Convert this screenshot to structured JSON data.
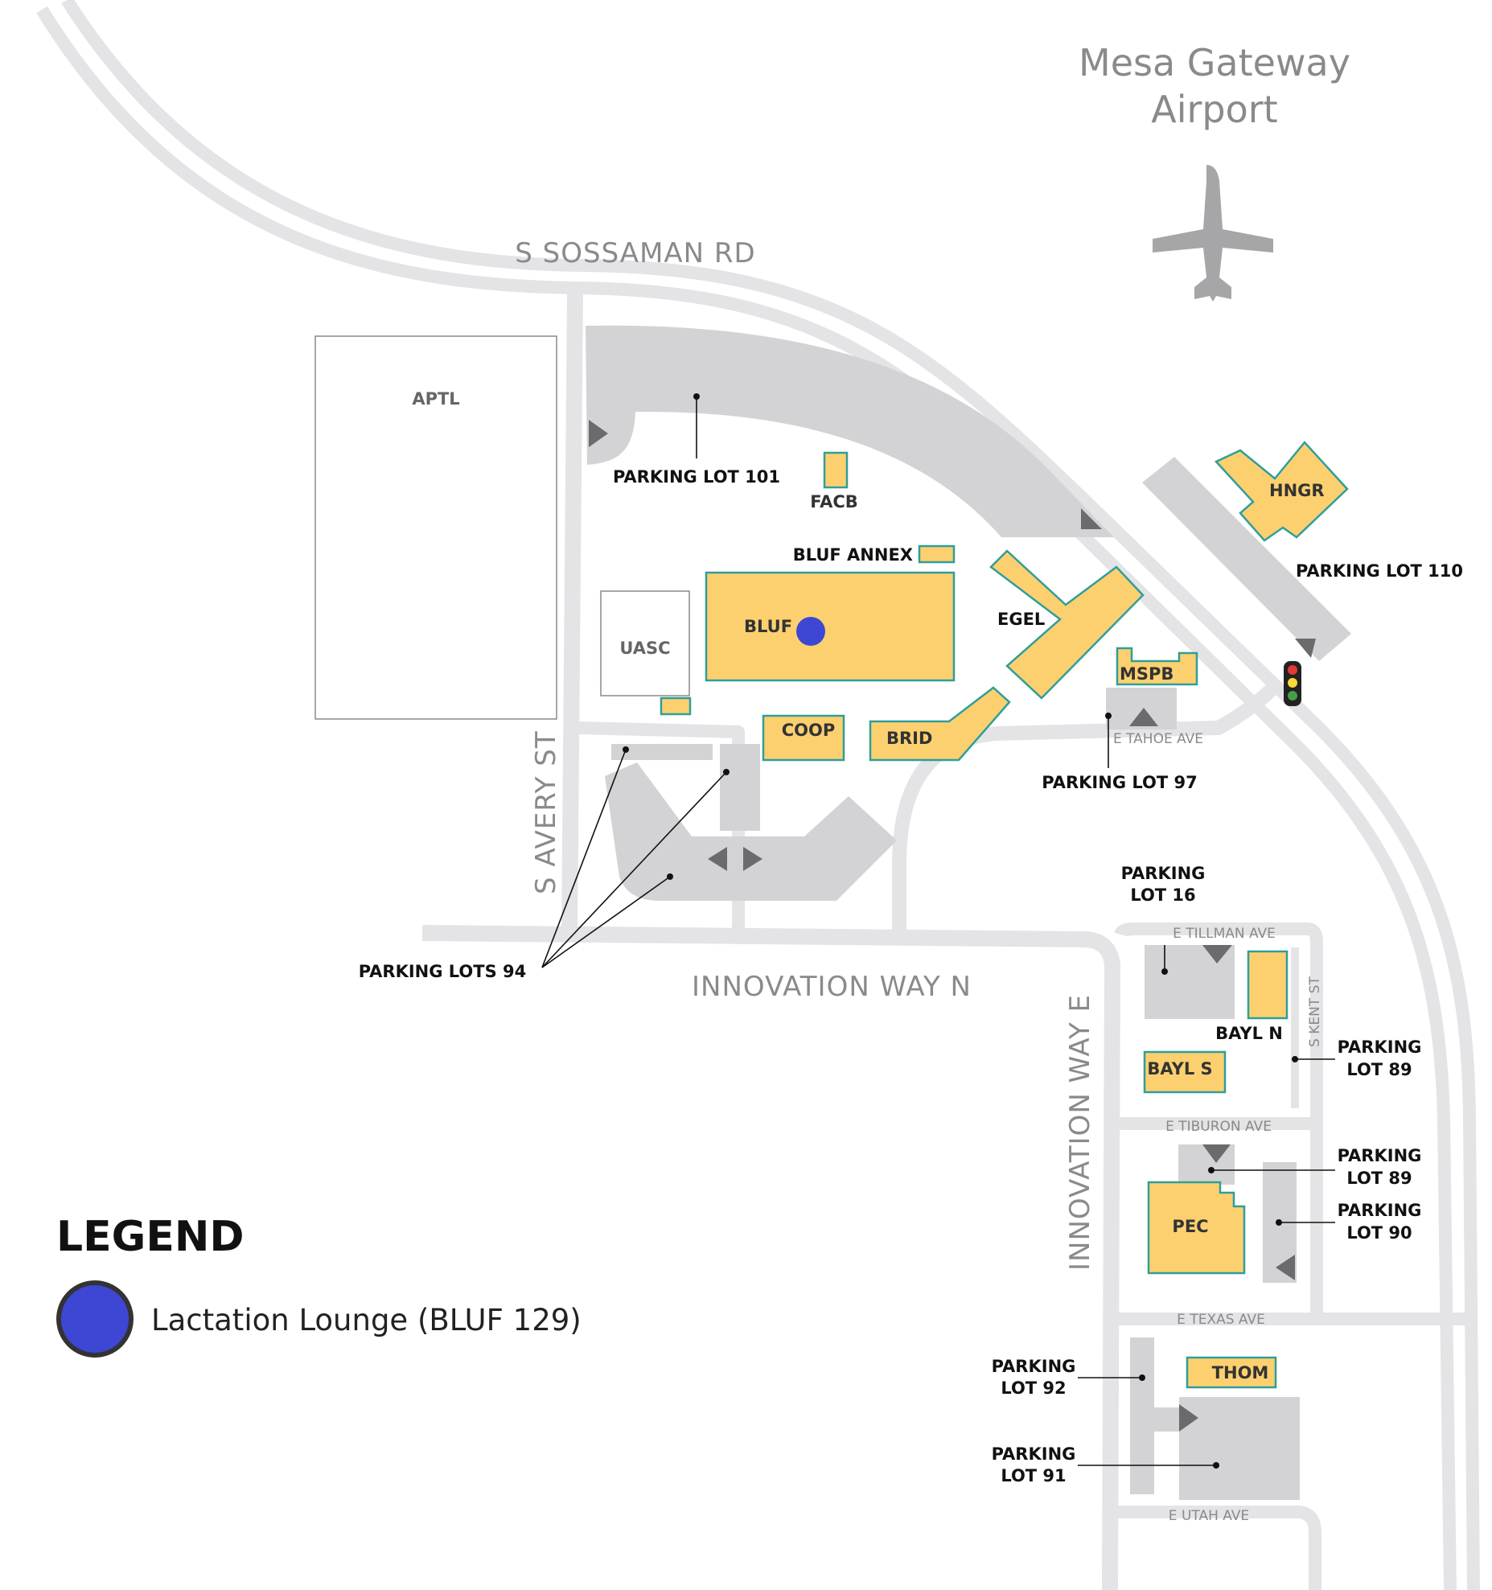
{
  "airport": {
    "line1": "Mesa Gateway",
    "line2": "Airport",
    "icon": "airplane-icon"
  },
  "roads": {
    "sossaman": "S SOSSAMAN RD",
    "avery": "S AVERY ST",
    "innovation_n": "INNOVATION WAY N",
    "innovation_e": "INNOVATION WAY E",
    "tahoe": "E TAHOE AVE",
    "tillman": "E TILLMAN AVE",
    "kent": "S KENT ST",
    "tiburon": "E TIBURON AVE",
    "texas": "E TEXAS AVE",
    "utah": "E UTAH AVE"
  },
  "buildings": {
    "aptl": "APTL",
    "facb": "FACB",
    "bluf_annex": "BLUF ANNEX",
    "bluf": "BLUF",
    "uasc": "UASC",
    "egel": "EGEL",
    "mspb": "MSPB",
    "coop": "COOP",
    "brid": "BRID",
    "hngr": "HNGR",
    "bayl_n": "BAYL N",
    "bayl_s": "BAYL S",
    "pec": "PEC",
    "thom": "THOM"
  },
  "parking": {
    "lot101": "PARKING LOT 101",
    "lot110": "PARKING LOT 110",
    "lot97": "PARKING LOT 97",
    "lots94": "PARKING LOTS 94",
    "lot16": [
      "PARKING",
      "LOT 16"
    ],
    "lot89a": [
      "PARKING",
      "LOT 89"
    ],
    "lot89b": [
      "PARKING",
      "LOT 89"
    ],
    "lot90": [
      "PARKING",
      "LOT 90"
    ],
    "lot92": [
      "PARKING",
      "LOT 92"
    ],
    "lot91": [
      "PARKING",
      "LOT 91"
    ]
  },
  "legend": {
    "title": "LEGEND",
    "item": "Lactation Lounge (BLUF 129)",
    "marker_color": "#3d47d3"
  },
  "colors": {
    "building_fill": "#fdd06f",
    "building_outline": "#2f9e9b",
    "road": "#e4e4e6",
    "parking_lot": "#d3d3d5"
  }
}
